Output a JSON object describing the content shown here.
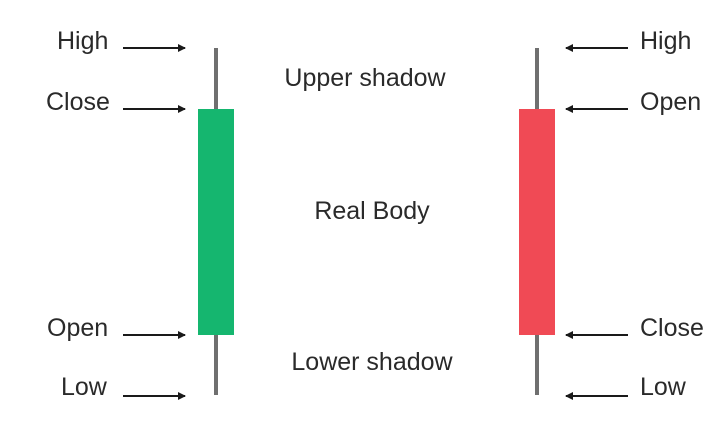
{
  "diagram": {
    "bullish": {
      "labels": {
        "high": "High",
        "close": "Close",
        "open": "Open",
        "low": "Low"
      },
      "body_color": "#15B66F"
    },
    "bearish": {
      "labels": {
        "high": "High",
        "open": "Open",
        "close": "Close",
        "low": "Low"
      },
      "body_color": "#F04A55"
    },
    "center_labels": {
      "upper_shadow": "Upper shadow",
      "real_body": "Real Body",
      "lower_shadow": "Lower shadow"
    },
    "wick_color": "#6F6F6F",
    "arrow_color": "#1a1a1a"
  }
}
